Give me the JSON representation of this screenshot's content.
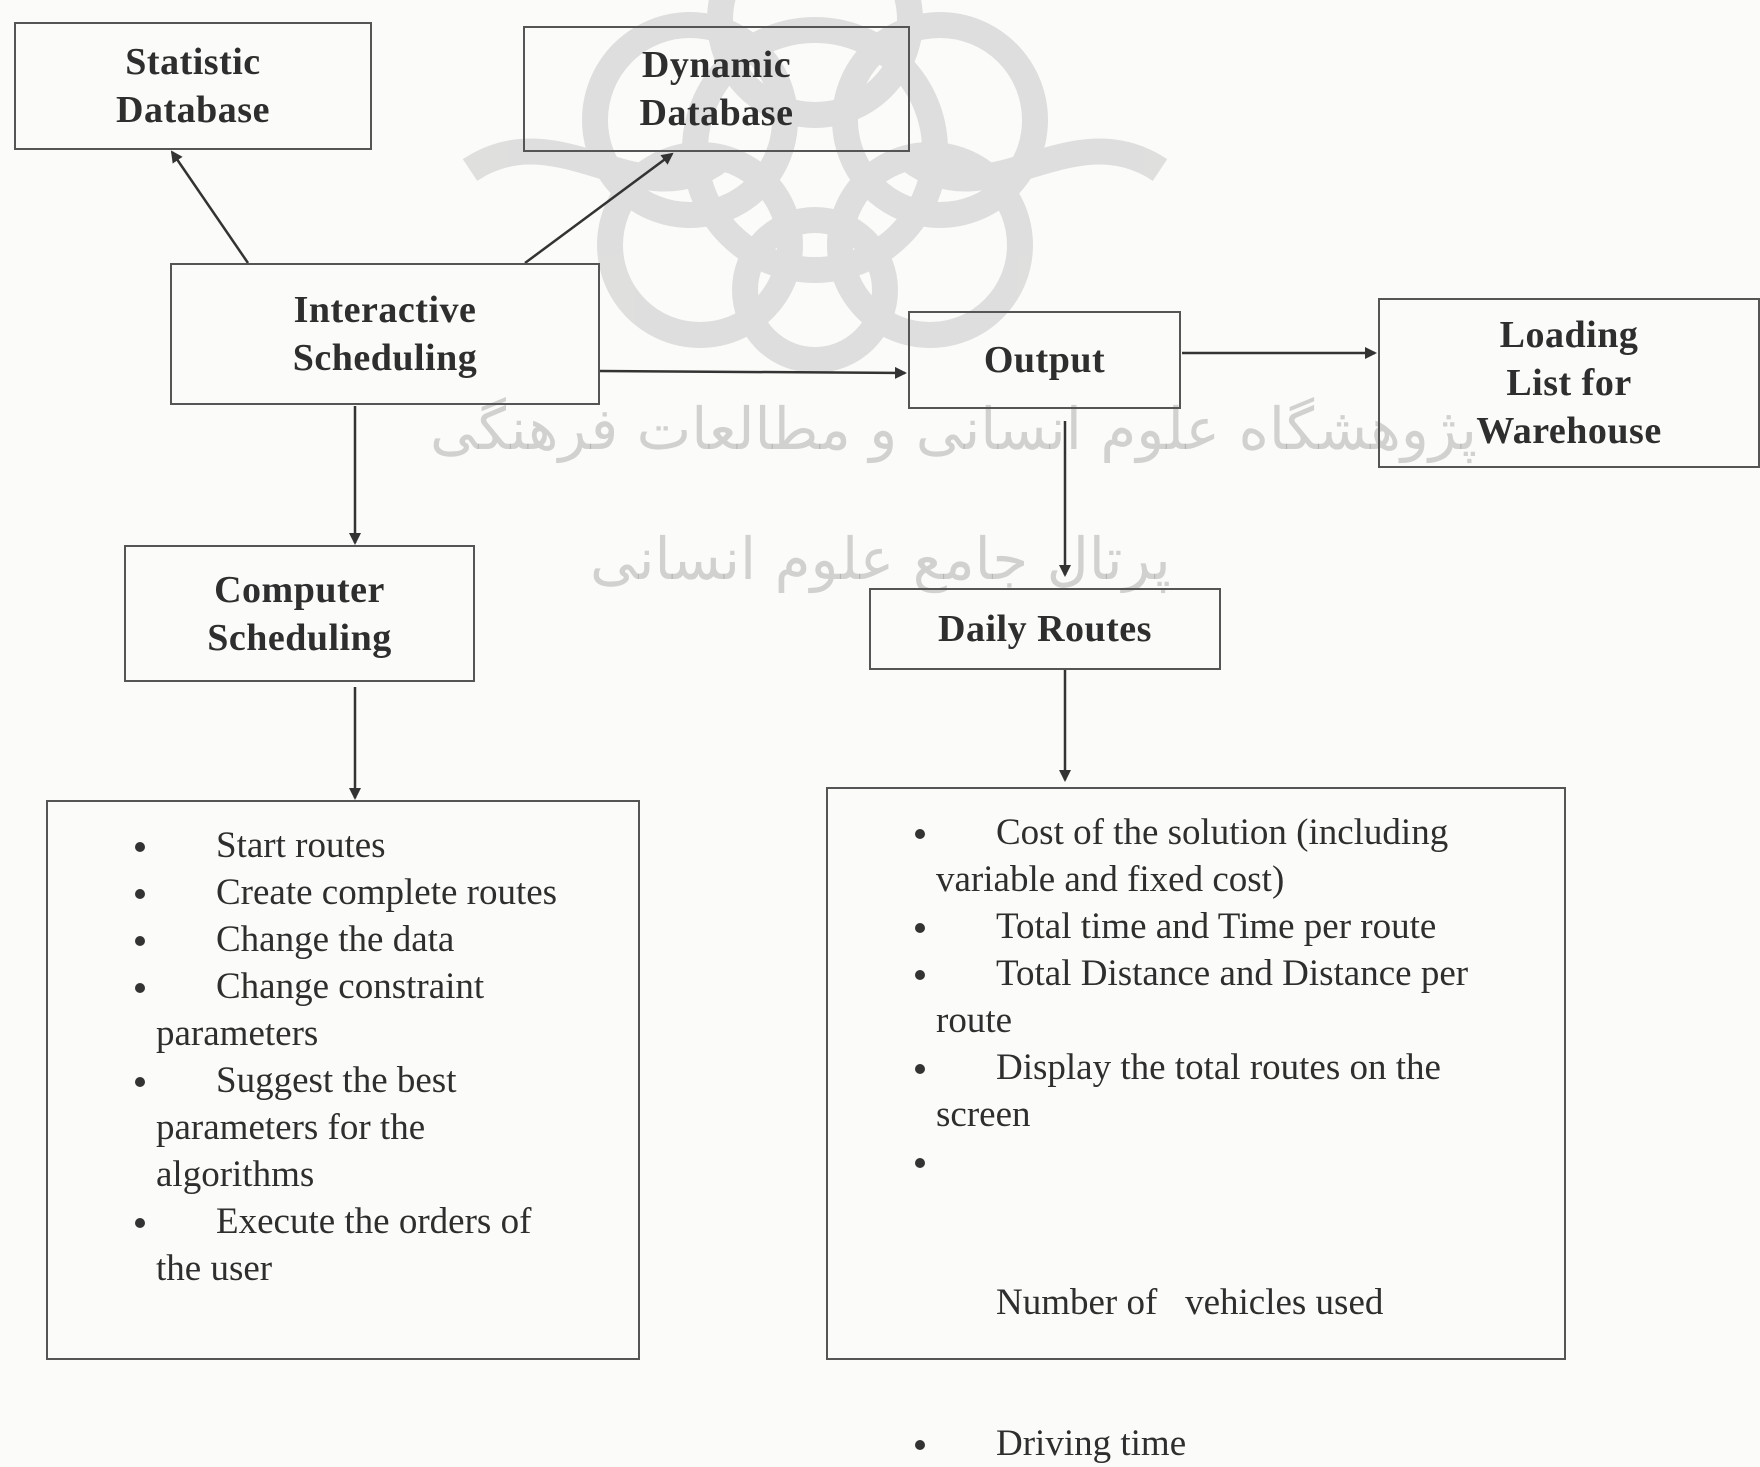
{
  "boxes": {
    "statistic_database": [
      "Statistic",
      "Database"
    ],
    "dynamic_database": [
      "Dynamic",
      "Database"
    ],
    "interactive_scheduling": [
      "Interactive",
      "Scheduling"
    ],
    "output": [
      "Output"
    ],
    "loading_list": [
      "Loading",
      "List for",
      "Warehouse"
    ],
    "computer_scheduling": [
      "Computer",
      "Scheduling"
    ],
    "daily_routes": [
      "Daily Routes"
    ]
  },
  "computer_scheduling_items": [
    "Start routes",
    "Create complete routes",
    "Change the data",
    "Change constraint parameters",
    "Suggest the best parameters for the algorithms",
    "Execute the orders of the user"
  ],
  "daily_routes_items": [
    "Cost of the solution (including variable and fixed cost)",
    "Total time and Time per route",
    "Total Distance and Distance per route",
    "Display the total routes on the screen",
    "Number of   vehicles used",
    "Driving time"
  ],
  "watermark": {
    "line1": "پژوهشگاه علوم انسانی و مطالعات فرهنگی",
    "line2": "پرتال جامع علوم انسانی"
  },
  "colors": {
    "line": "#333333",
    "border": "#555555",
    "watermark": "#b0b0b0"
  }
}
